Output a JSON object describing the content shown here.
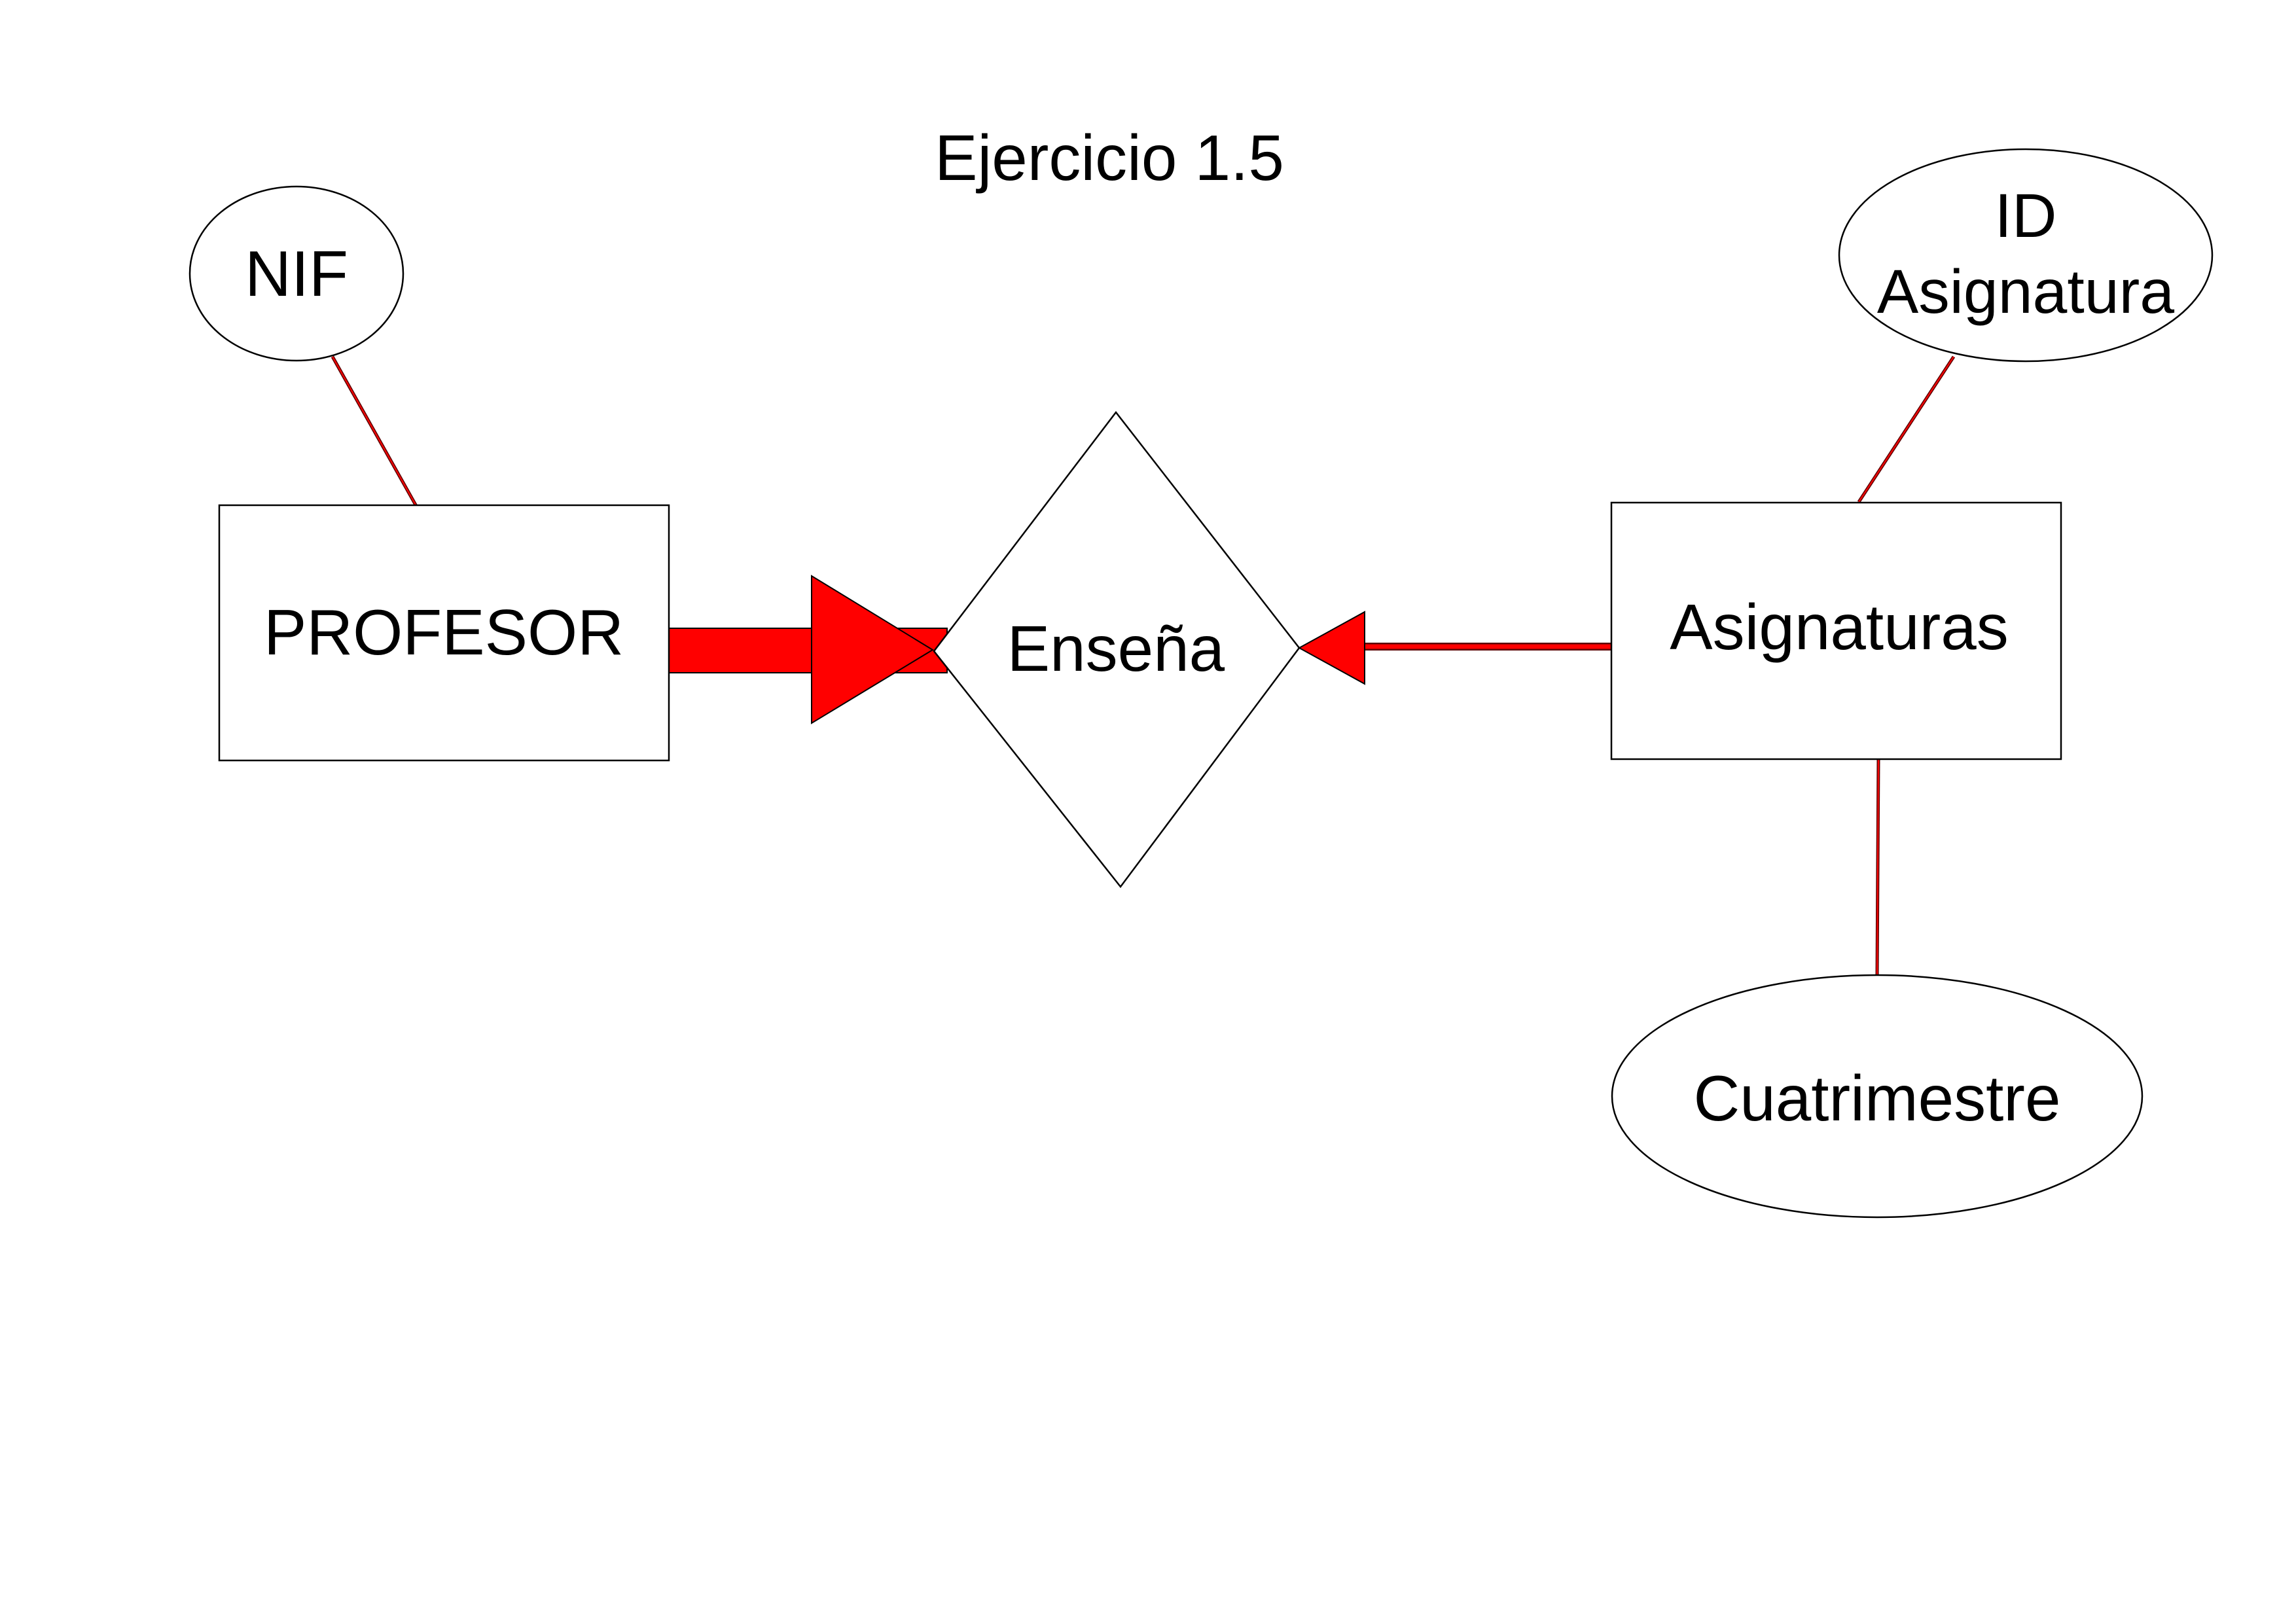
{
  "diagram": {
    "title": "Ejercicio 1.5",
    "entities": {
      "profesor": "PROFESOR",
      "asignaturas": "Asignaturas"
    },
    "relationship": "Enseña",
    "attributes": {
      "nif": "NIF",
      "id_asignatura_line1": "ID",
      "id_asignatura_line2": "Asignatura",
      "cuatrimestre": "Cuatrimestre"
    },
    "colors": {
      "connector": "#ff0000",
      "outline": "#000000",
      "background": "#ffffff"
    }
  }
}
